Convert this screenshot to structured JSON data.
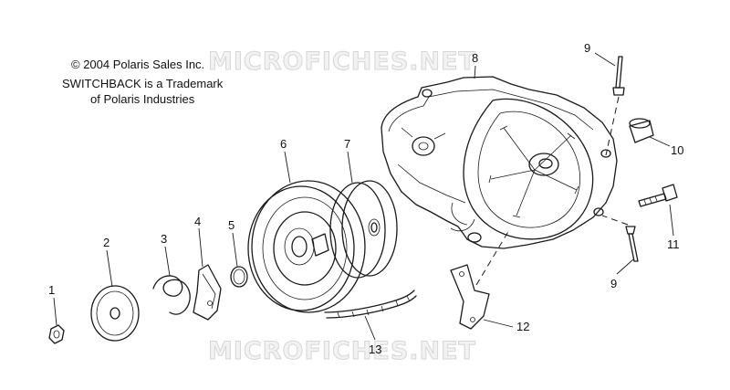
{
  "notice": {
    "copyright": "© 2004 Polaris Sales Inc.",
    "trademark_line1": "SWITCHBACK is a Trademark",
    "trademark_line2": "of Polaris Industries"
  },
  "watermark": "MICROFICHES.NET",
  "callouts": {
    "c1": "1",
    "c2": "2",
    "c3": "3",
    "c4": "4",
    "c5": "5",
    "c6": "6",
    "c7": "7",
    "c8": "8",
    "c9a": "9",
    "c9b": "9",
    "c10": "10",
    "c11": "11",
    "c12": "12",
    "c13": "13"
  }
}
